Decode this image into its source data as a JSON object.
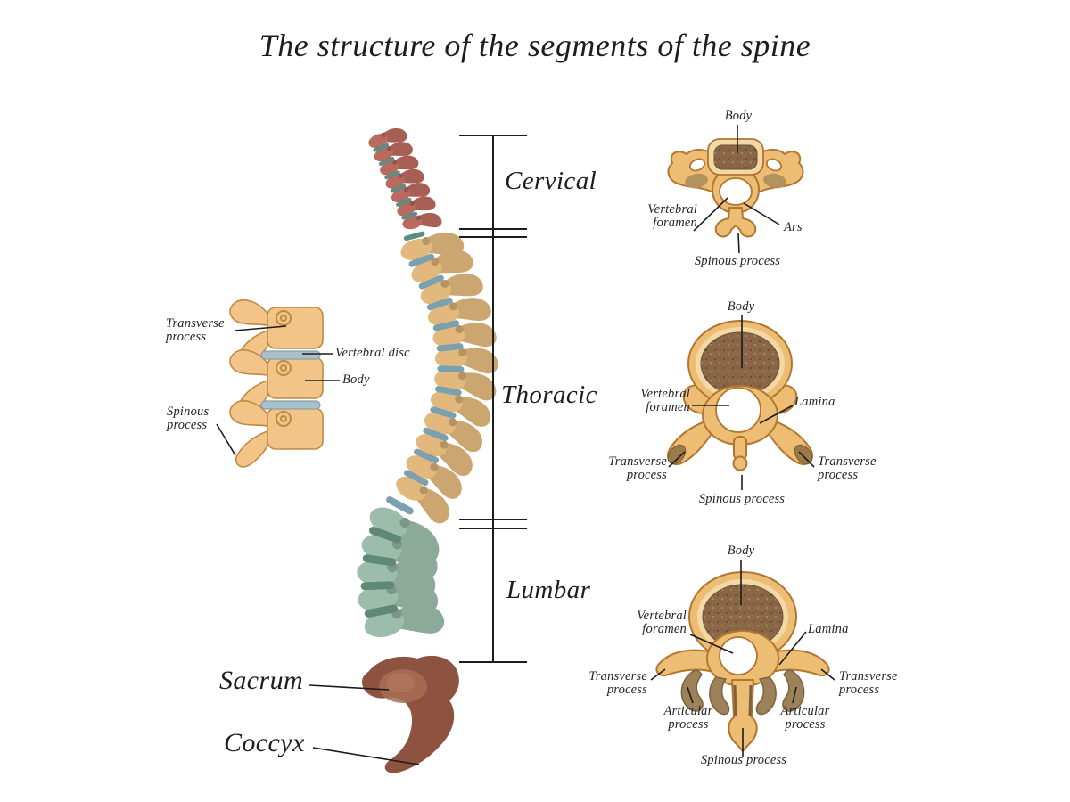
{
  "title": "The structure of the segments of the spine",
  "spine_labels": {
    "cervical": "Cervical",
    "thoracic": "Thoracic",
    "lumbar": "Lumbar",
    "sacrum": "Sacrum",
    "coccyx": "Coccyx"
  },
  "closeup": {
    "transverse_process": "Transverse process",
    "vertebral_disc": "Vertebral disc",
    "body": "Body",
    "spinous_process": "Spinous process"
  },
  "cervical_section": {
    "body": "Body",
    "vertebral_foramen": "Vertebral foramen",
    "ars": "Ars",
    "spinous_process": "Spinous process"
  },
  "thoracic_section": {
    "body": "Body",
    "vertebral_foramen": "Vertebral foramen",
    "lamina": "Lamina",
    "transverse_process_left": "Transverse process",
    "transverse_process_right": "Transverse process",
    "spinous_process": "Spinous process"
  },
  "lumbar_section": {
    "body": "Body",
    "vertebral_foramen": "Vertebral foramen",
    "lamina": "Lamina",
    "transverse_process_left": "Transverse process",
    "transverse_process_right": "Transverse process",
    "articular_process_left": "Articular process",
    "articular_process_right": "Articular process",
    "spinous_process": "Spinous process"
  },
  "spine_structure": {
    "segments": [
      {
        "name": "Cervical",
        "vertebrae": 7,
        "color": "#b96a5e",
        "disc_color": "#5d8b85"
      },
      {
        "name": "Thoracic",
        "vertebrae": 12,
        "color": "#e2b87c",
        "disc_color": "#7ba1b1"
      },
      {
        "name": "Lumbar",
        "vertebrae": 5,
        "color": "#9cbdab",
        "disc_color": "#5f8877"
      }
    ]
  },
  "colors": {
    "bone": "#edbd74",
    "outline": "#b1762f",
    "cream": "#f2d8a6",
    "inner": "#8a6847",
    "patch": "#b2935c",
    "artic": "#9d8158",
    "artic_edge": "#7c633f",
    "disc_blue": "#a9c0ca",
    "closeup_bone": "#f3c487",
    "closeup_outline": "#c08a43",
    "sacrum": "#8e5340",
    "sacrum_highlight": "#a76f55",
    "ink": "#1c1c1c"
  }
}
